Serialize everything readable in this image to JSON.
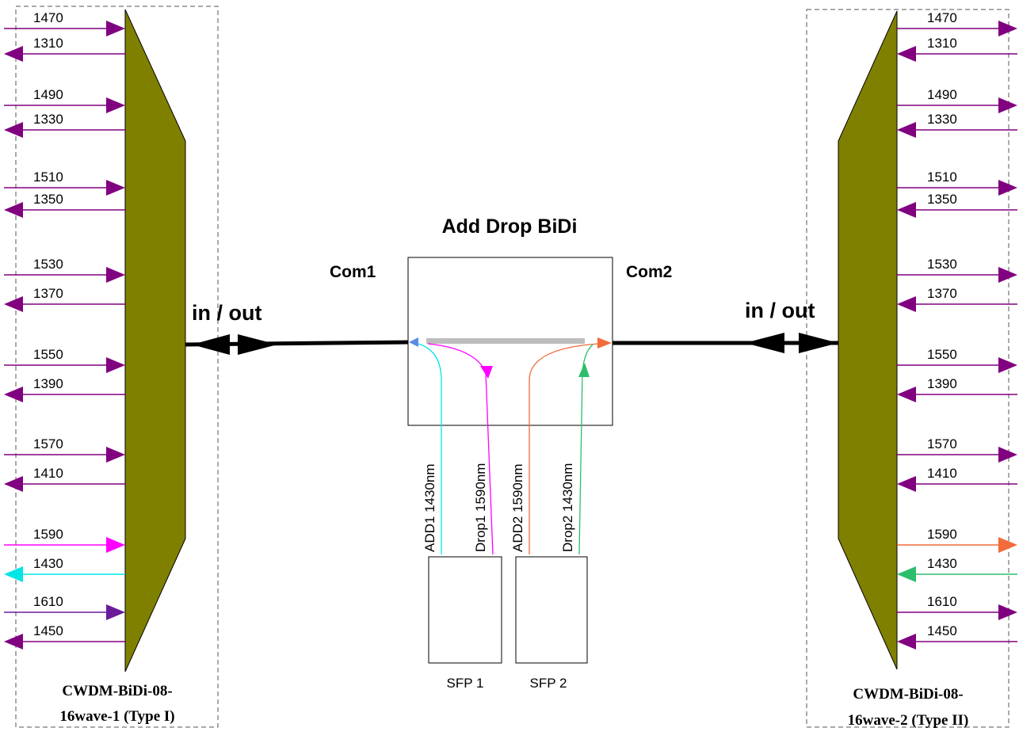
{
  "title": "Add Drop BiDi",
  "com1": "Com1",
  "com2": "Com2",
  "in_out_left": "in / out",
  "in_out_right": "in / out",
  "colors": {
    "trapezoid": "#808000",
    "purple": "#800080",
    "magenta": "#FF00FF",
    "cyan": "#00E5E5",
    "violet": "#6A1B9A",
    "orange": "#F26B3A",
    "green": "#2DBE6C",
    "fiber": "#000000",
    "splitter_bar": "#BDBDBD"
  },
  "left_mux": {
    "label_line1": "CWDM-BiDi-08-",
    "label_line2": "16wave-1 (Type I)",
    "channels": [
      {
        "in": "1470",
        "out": "1310",
        "in_color": "purple",
        "out_color": "purple"
      },
      {
        "in": "1490",
        "out": "1330",
        "in_color": "purple",
        "out_color": "purple"
      },
      {
        "in": "1510",
        "out": "1350",
        "in_color": "purple",
        "out_color": "purple"
      },
      {
        "in": "1530",
        "out": "1370",
        "in_color": "purple",
        "out_color": "purple"
      },
      {
        "in": "1550",
        "out": "1390",
        "in_color": "purple",
        "out_color": "purple"
      },
      {
        "in": "1570",
        "out": "1410",
        "in_color": "purple",
        "out_color": "purple"
      },
      {
        "in": "1590",
        "out": "1430",
        "in_color": "magenta",
        "out_color": "cyan"
      },
      {
        "in": "1610",
        "out": "1450",
        "in_color": "violet",
        "out_color": "purple"
      }
    ]
  },
  "right_mux": {
    "label_line1": "CWDM-BiDi-08-",
    "label_line2": "16wave-2 (Type II)",
    "channels": [
      {
        "in": "1470",
        "out": "1310",
        "in_color": "purple",
        "out_color": "purple"
      },
      {
        "in": "1490",
        "out": "1330",
        "in_color": "purple",
        "out_color": "purple"
      },
      {
        "in": "1510",
        "out": "1350",
        "in_color": "purple",
        "out_color": "purple"
      },
      {
        "in": "1530",
        "out": "1370",
        "in_color": "purple",
        "out_color": "purple"
      },
      {
        "in": "1550",
        "out": "1390",
        "in_color": "purple",
        "out_color": "purple"
      },
      {
        "in": "1570",
        "out": "1410",
        "in_color": "purple",
        "out_color": "purple"
      },
      {
        "in": "1590",
        "out": "1430",
        "in_color": "orange",
        "out_color": "green"
      },
      {
        "in": "1610",
        "out": "1450",
        "in_color": "purple",
        "out_color": "purple"
      }
    ]
  },
  "ports": {
    "add1": "ADD1 1430nm",
    "drop1": "Drop1 1590nm",
    "add2": "ADD2 1590nm",
    "drop2": "Drop2 1430nm"
  },
  "sfp1": "SFP 1",
  "sfp2": "SFP 2"
}
